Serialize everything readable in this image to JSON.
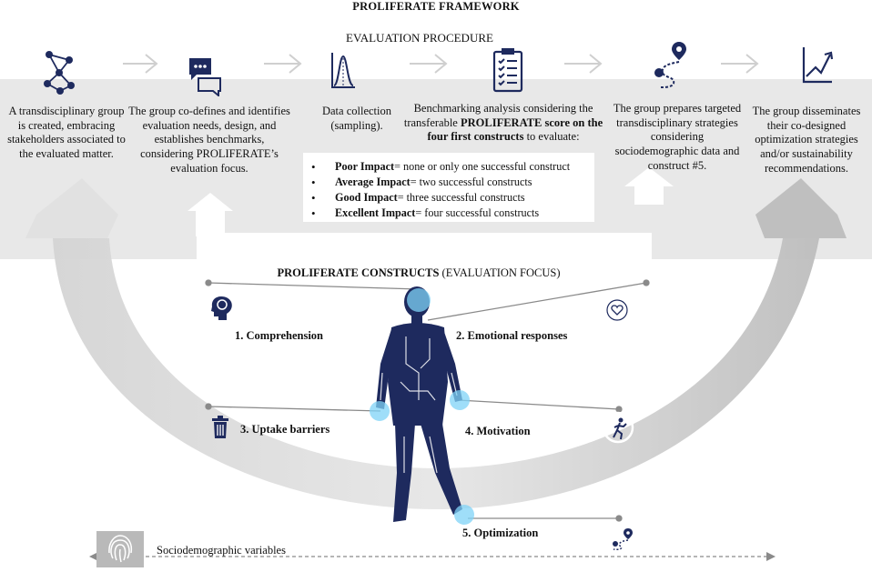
{
  "title": "PROLIFERATE FRAMEWORK",
  "subtitle": "EVALUATION PROCEDURE",
  "steps": [
    {
      "text": "A transdisciplinary group is created, embracing stakeholders associated to the evaluated matter.",
      "icon": "network-people-icon"
    },
    {
      "text": "The group co-defines and identifies evaluation needs, design, and establishes benchmarks, considering PROLIFERATE’s evaluation focus.",
      "icon": "chat-bubbles-icon"
    },
    {
      "text": "Data collection (sampling).",
      "icon": "bell-curve-icon"
    },
    {
      "text_pre": "Benchmarking analysis considering the transferable ",
      "text_bold": "PROLIFERATE score on the four first constructs",
      "text_post": " to evaluate:",
      "icon": "clipboard-checklist-icon"
    },
    {
      "text": "The group prepares targeted transdisciplinary strategies considering sociodemographic data and construct #5.",
      "icon": "route-pin-icon"
    },
    {
      "text": "The group disseminates their co-designed optimization strategies and/or sustainability recommendations.",
      "icon": "growth-chart-icon"
    }
  ],
  "impacts": [
    {
      "label": "Poor Impact",
      "desc": "= none or only one successful construct"
    },
    {
      "label": "Average Impact",
      "desc": "= two successful constructs"
    },
    {
      "label": "Good Impact",
      "desc": "= three successful constructs"
    },
    {
      "label": "Excellent Impact",
      "desc": "= four successful constructs"
    }
  ],
  "focus": {
    "bold": "PROLIFERATE CONSTRUCTS",
    "normal": " (EVALUATION FOCUS)"
  },
  "constructs": [
    {
      "label": "1. Comprehension",
      "icon": "brain-head-icon"
    },
    {
      "label": "2. Emotional responses",
      "icon": "heart-icon"
    },
    {
      "label": "3. Uptake barriers",
      "icon": "trash-bin-icon"
    },
    {
      "label": "4. Motivation",
      "icon": "running-person-icon"
    },
    {
      "label": "5. Optimization",
      "icon": "route-pin-icon"
    }
  ],
  "sociodemographic": {
    "label": "Sociodemographic variables",
    "icon": "fingerprint-icon"
  },
  "colors": {
    "band": "#e8e8e8",
    "arc": "#c8c8c8",
    "navy": "#1e2a5e",
    "highlight": "#7fd3f7",
    "connector": "#8a8a8a"
  }
}
